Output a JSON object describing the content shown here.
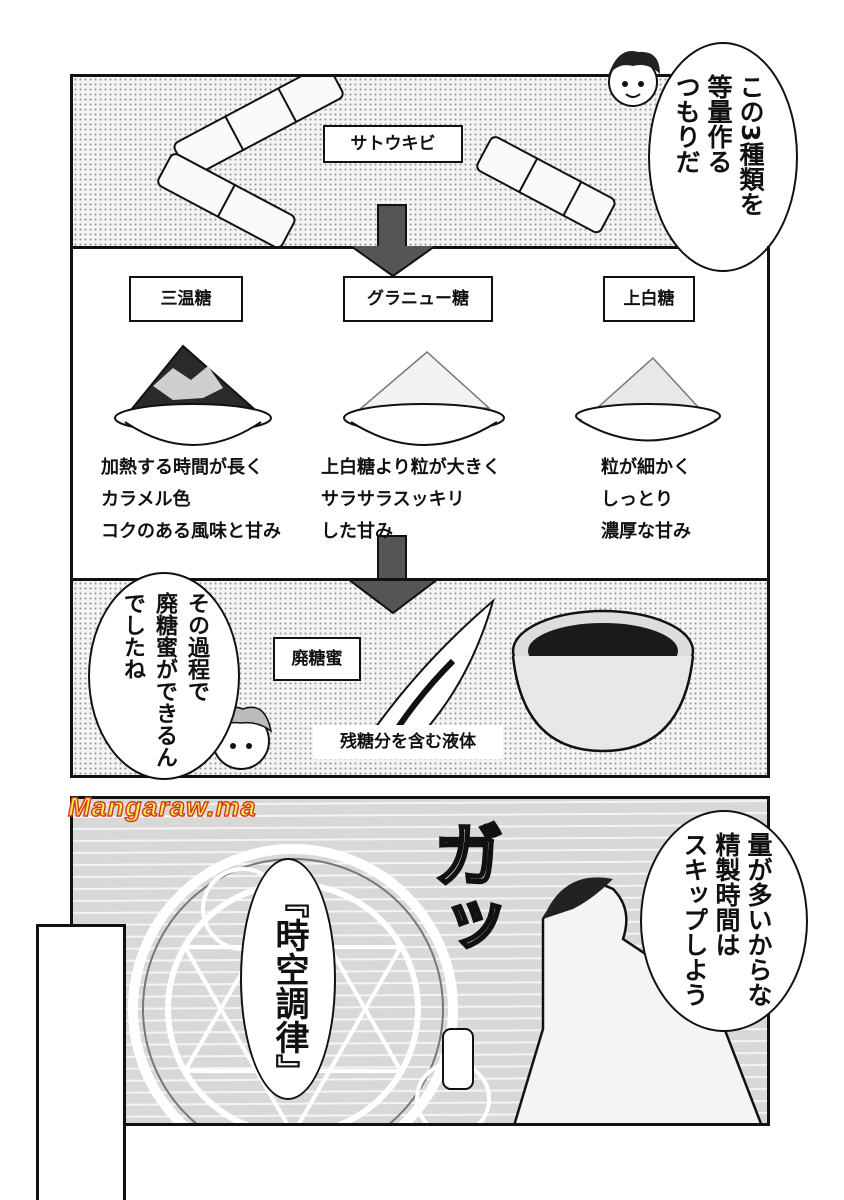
{
  "panel1": {
    "label": "サトウキビ",
    "bubble_lines": [
      "この3種類を",
      "等量作る",
      "つもりだ"
    ]
  },
  "panel2": {
    "sugars": [
      {
        "name": "三温糖",
        "desc": [
          "加熱する時間が長く",
          "カラメル色",
          "コクのある風味と甘み"
        ]
      },
      {
        "name": "グラニュー糖",
        "desc": [
          "上白糖より粒が大きく",
          "サラサラスッキリ",
          "した甘み"
        ]
      },
      {
        "name": "上白糖",
        "desc": [
          "粒が細かく",
          "しっとり",
          "濃厚な甘み"
        ]
      }
    ]
  },
  "panel3": {
    "label": "廃糖蜜",
    "caption": "残糖分を含む液体",
    "bubble_lines": [
      "その過程で",
      "廃糖蜜ができるん",
      "でしたね"
    ]
  },
  "panel4": {
    "watermark": "Mangaraw.ma",
    "sfx": "ガッ",
    "bubble_right_lines": [
      "量が多いからな",
      "精製時間は",
      "スキップしよう"
    ],
    "spell_name": "『時空調律』"
  },
  "colors": {
    "ink": "#111111",
    "screentone": "#9a9a9a",
    "watermark_fill": "#ffe94a",
    "watermark_stroke": "#d23a1e"
  }
}
